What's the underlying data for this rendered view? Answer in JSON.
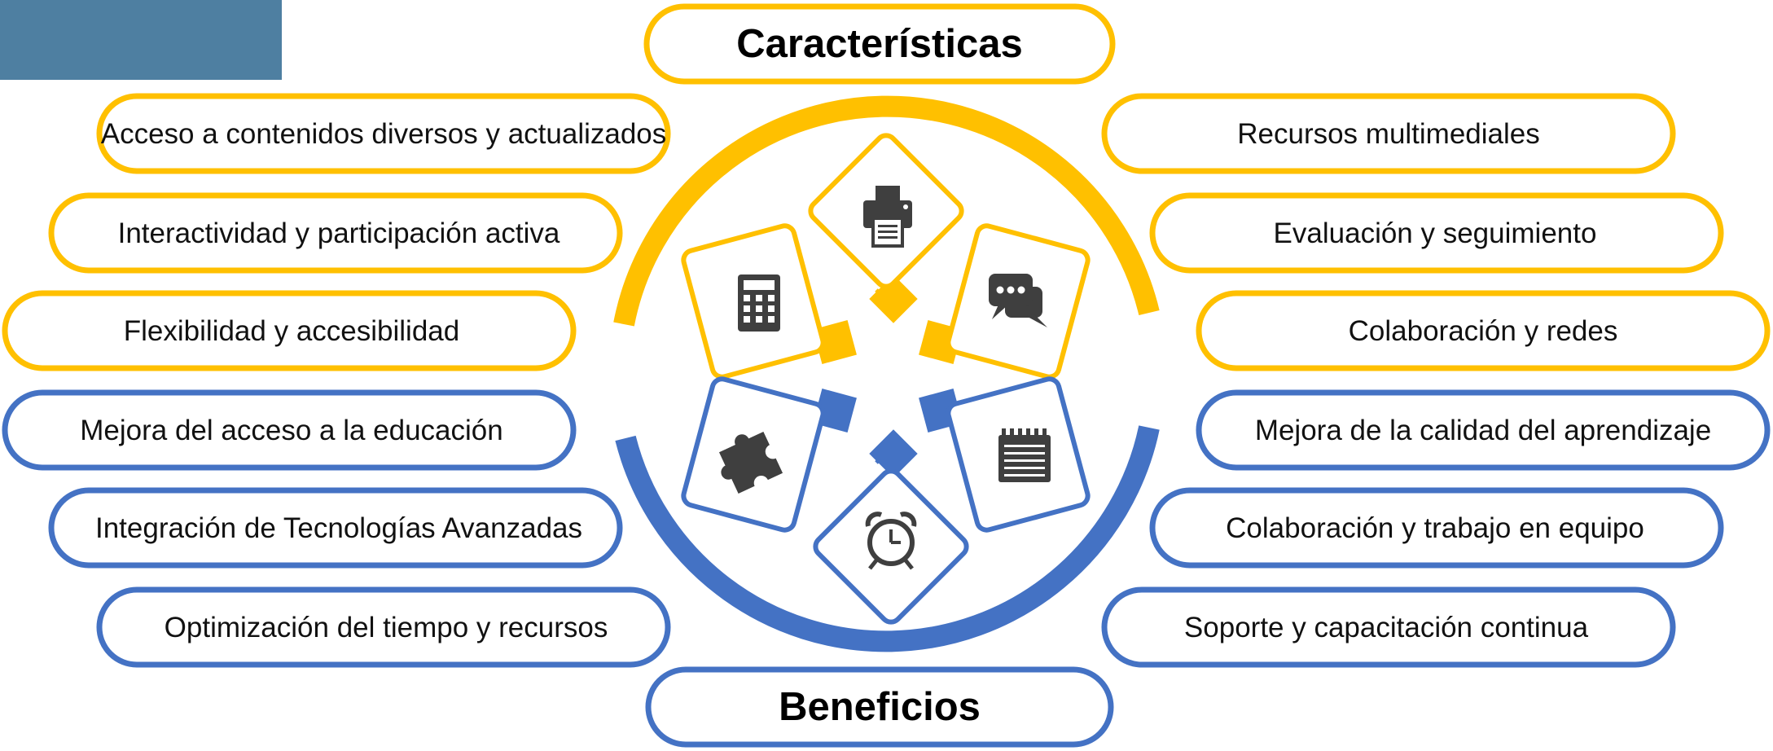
{
  "colors": {
    "characteristics": "#FFC000",
    "benefits": "#4472C4",
    "corner_block": "#4E7FA1",
    "icon": "#3F3F3F",
    "text": "#111111"
  },
  "characteristics": {
    "title": "Características",
    "left_items": [
      "Acceso a contenidos diversos y actualizados",
      "Interactividad y participación activa",
      "Flexibilidad y accesibilidad"
    ],
    "right_items": [
      "Recursos multimediales",
      "Evaluación y seguimiento",
      "Colaboración y redes"
    ],
    "icons": [
      "calculator-icon",
      "printer-icon",
      "chat-bubbles-icon"
    ]
  },
  "benefits": {
    "title": "Beneficios",
    "left_items": [
      "Mejora del acceso a la educación",
      "Integración de Tecnologías Avanzadas",
      "Optimización del tiempo y recursos"
    ],
    "right_items": [
      "Mejora de la calidad del aprendizaje",
      "Colaboración y trabajo en equipo",
      "Soporte y capacitación continua"
    ],
    "icons": [
      "puzzle-piece-icon",
      "alarm-clock-icon",
      "notepad-icon"
    ]
  }
}
